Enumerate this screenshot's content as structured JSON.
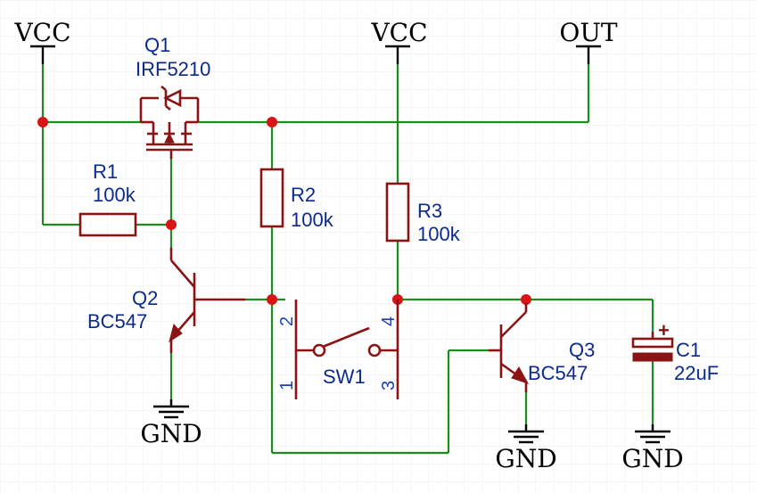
{
  "colors": {
    "wire": "#1f8a1f",
    "component": "#8a1414",
    "junction": "#d81414",
    "label": "#0b2a8a",
    "grid": "#eeeeee"
  },
  "nets": {
    "vcc1": "VCC",
    "vcc2": "VCC",
    "out": "OUT",
    "gnd1": "GND",
    "gnd2": "GND",
    "gnd3": "GND"
  },
  "components": {
    "q1": {
      "ref": "Q1",
      "value": "IRF5210"
    },
    "r1": {
      "ref": "R1",
      "value": "100k"
    },
    "r2": {
      "ref": "R2",
      "value": "100k"
    },
    "r3": {
      "ref": "R3",
      "value": "100k"
    },
    "q2": {
      "ref": "Q2",
      "value": "BC547"
    },
    "q3": {
      "ref": "Q3",
      "value": "BC547"
    },
    "sw1": {
      "ref": "SW1",
      "pins": [
        "1",
        "2",
        "3",
        "4"
      ]
    },
    "c1": {
      "ref": "C1",
      "value": "22uF",
      "polarity": "+"
    }
  }
}
